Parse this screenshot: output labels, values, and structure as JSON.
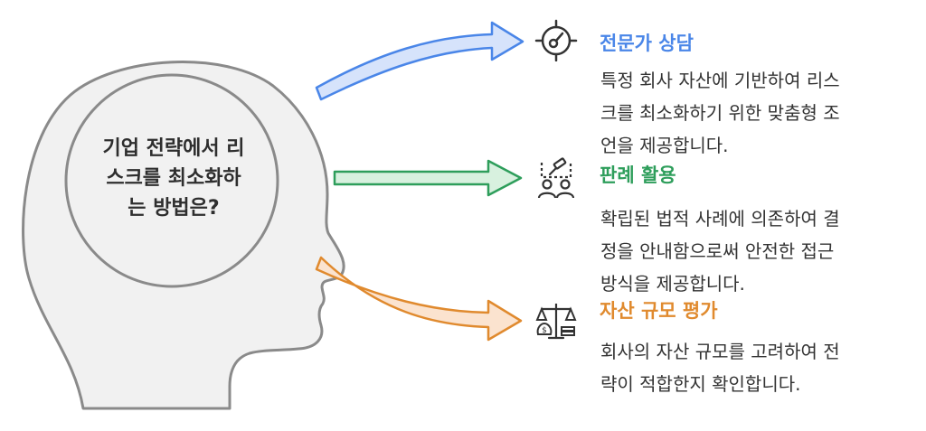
{
  "center": {
    "lines": [
      "기업 전략에서 리",
      "스크를 최소화하",
      "는 방법은?"
    ]
  },
  "items": [
    {
      "title": "전문가 상담",
      "icon": "target-gauge-icon",
      "color": "#4a86e8",
      "desc_lines": [
        "특정 회사 자산에 기반하여 리스",
        "크를 최소화하기 위한 맞춤형 조",
        "언을 제공합니다."
      ]
    },
    {
      "title": "판례 활용",
      "icon": "people-gavel-icon",
      "color": "#2e9e5b",
      "desc_lines": [
        "확립된 법적 사례에 의존하여 결",
        "정을 안내함으로써 안전한 접근",
        "방식을 제공합니다."
      ]
    },
    {
      "title": "자산 규모 평가",
      "icon": "scale-money-icon",
      "color": "#e08a2e",
      "desc_lines": [
        "회사의 자산 규모를 고려하여 전",
        "략이 적합한지 확인합니다."
      ]
    }
  ]
}
